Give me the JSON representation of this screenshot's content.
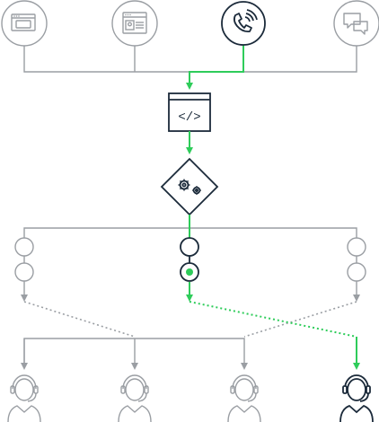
{
  "theme": {
    "active": "#2ecc5a",
    "inactive": "#9a9ea3",
    "highlight": "#1b2a3a"
  },
  "channels": [
    {
      "icon": "chat-window-icon",
      "active": false
    },
    {
      "icon": "web-contact-form-icon",
      "active": false
    },
    {
      "icon": "phone-call-icon",
      "active": true
    },
    {
      "icon": "message-bubbles-icon",
      "active": false
    }
  ],
  "router": {
    "icon": "code-window-icon",
    "label": "</>"
  },
  "engine": {
    "icon": "gears-icon"
  },
  "queues": [
    {
      "slots": 2,
      "active_slot": null
    },
    {
      "slots": 2,
      "active_slot": 1
    },
    {
      "slots": 2,
      "active_slot": null
    }
  ],
  "agents": [
    {
      "icon": "agent-headset-icon",
      "active": false
    },
    {
      "icon": "agent-headset-icon",
      "active": false
    },
    {
      "icon": "agent-headset-icon",
      "active": false
    },
    {
      "icon": "agent-headset-icon",
      "active": true
    }
  ]
}
